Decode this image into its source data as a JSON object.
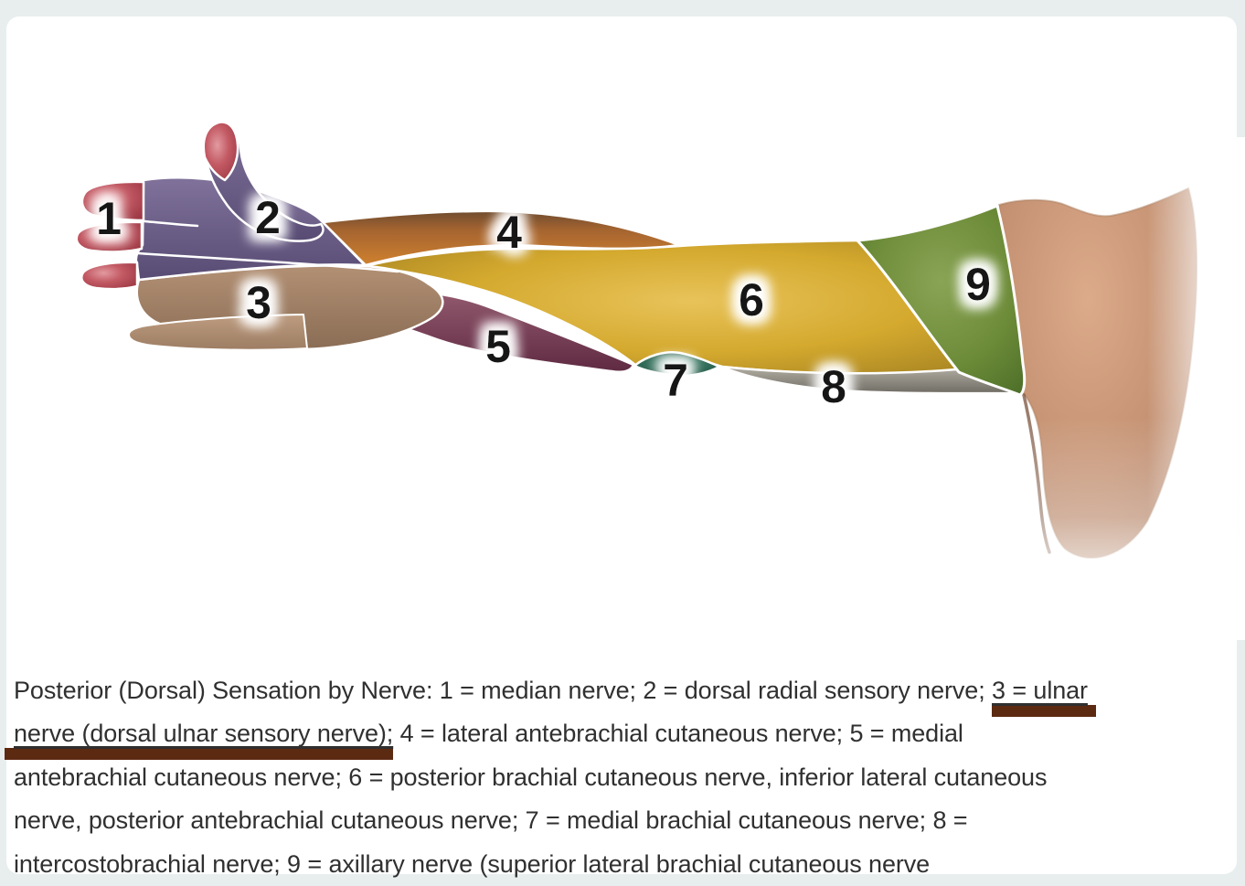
{
  "page": {
    "background_color": "#e8eeee",
    "card_background_color": "#ffffff"
  },
  "figure": {
    "name": "Posterior (dorsal) arm and hand sensation map by nerve",
    "regions": [
      {
        "num": "1",
        "nerve": "median nerve",
        "color": "#c25560"
      },
      {
        "num": "2",
        "nerve": "dorsal radial sensory nerve",
        "color": "#6d5f85"
      },
      {
        "num": "3",
        "nerve": "ulnar nerve (dorsal ulnar sensory nerve)",
        "color": "#a08468"
      },
      {
        "num": "4",
        "nerve": "lateral antebrachial cutaneous nerve",
        "color": "#bf752c"
      },
      {
        "num": "5",
        "nerve": "medial antebrachial cutaneous nerve",
        "color": "#7c3a54"
      },
      {
        "num": "6",
        "nerve": "posterior brachial cutaneous nerve, inferior lateral cutaneous nerve, posterior antebrachial cutaneous nerve",
        "color": "#d3a82c"
      },
      {
        "num": "7",
        "nerve": "medial brachial cutaneous nerve",
        "color": "#2f6e5a"
      },
      {
        "num": "8",
        "nerve": "intercostobrachial nerve",
        "color": "#8f8b81"
      },
      {
        "num": "9",
        "nerve": "axillary nerve (superior lateral brachial cutaneous nerve)",
        "color": "#6b8a3a"
      }
    ]
  },
  "caption": {
    "text_color": "#303030",
    "underline_color": "#5c2911",
    "lines": [
      {
        "pre": "Posterior (Dorsal) Sensation by Nerve: 1 = median nerve; 2 = dorsal radial sensory nerve; ",
        "hl": "3 = ulnar"
      },
      {
        "hl": "nerve (dorsal ulnar sensory nerve);",
        "post": " 4 = lateral antebrachial cutaneous nerve; 5 = medial"
      },
      {
        "text": "antebrachial cutaneous nerve; 6 = posterior brachial cutaneous nerve, inferior lateral cutaneous"
      },
      {
        "text": "nerve, posterior antebrachial cutaneous nerve; 7 = medial brachial cutaneous nerve; 8 ="
      },
      {
        "text": "intercostobrachial nerve; 9 = axillary nerve (superior lateral brachial cutaneous nerve"
      }
    ]
  }
}
